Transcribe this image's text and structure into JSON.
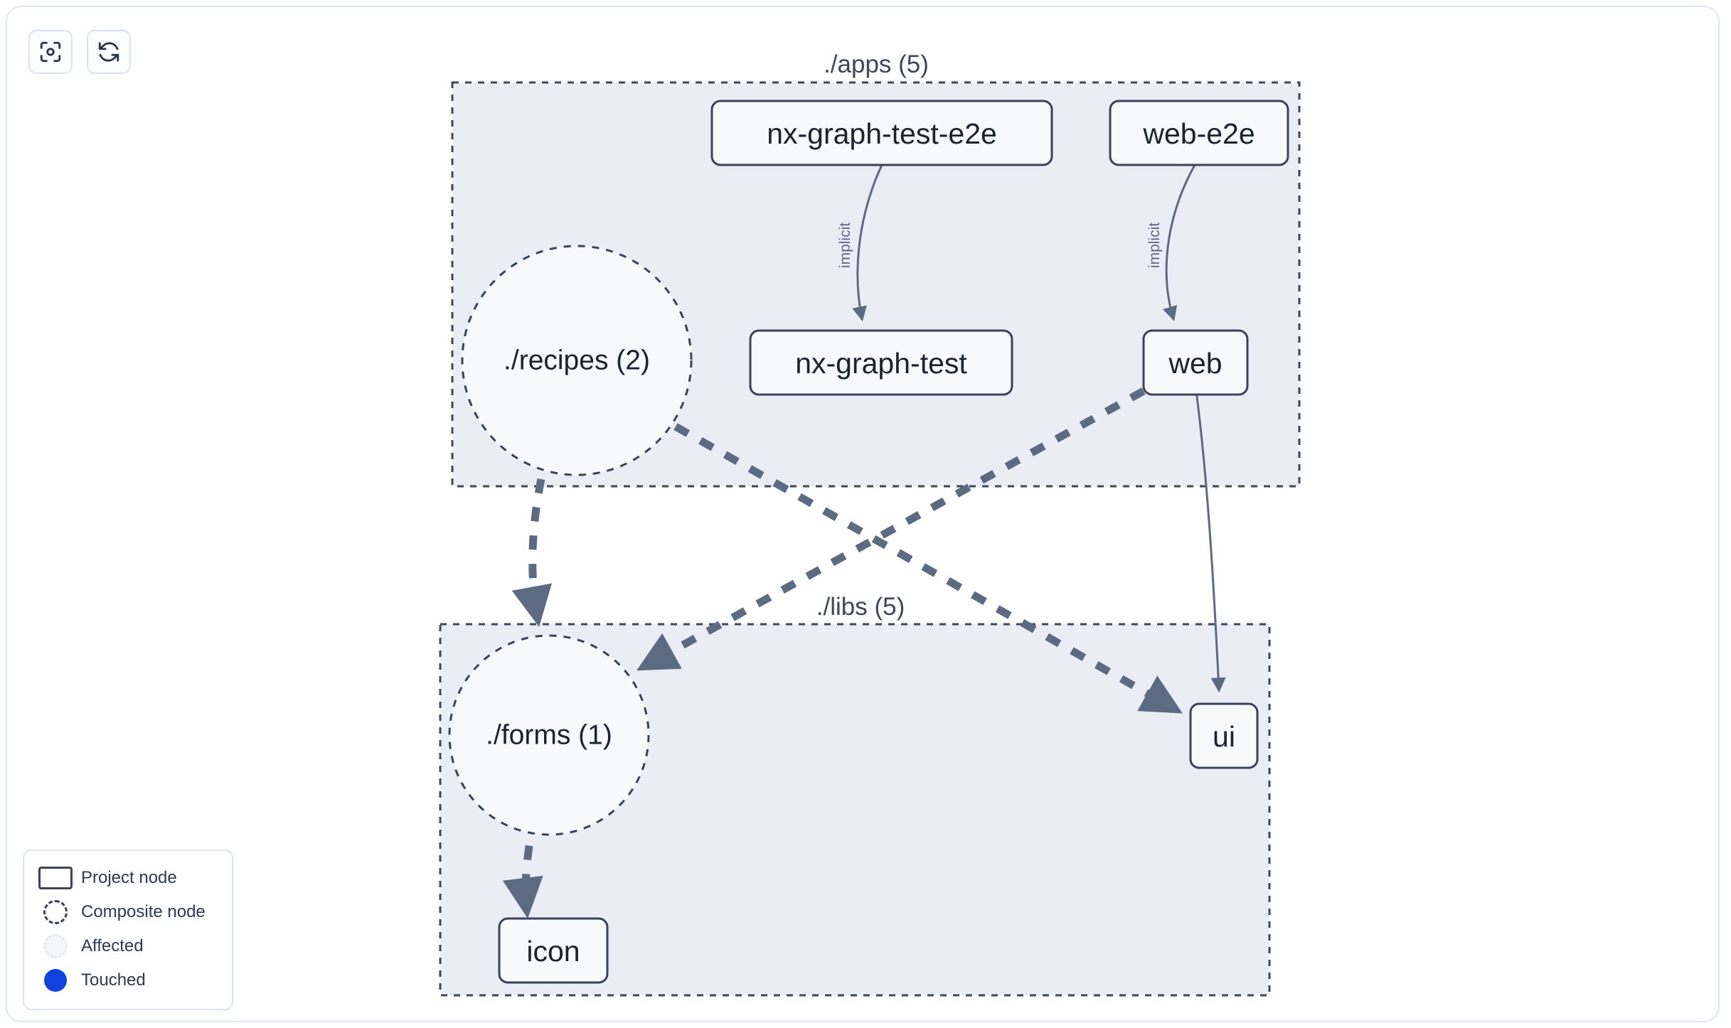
{
  "toolbar": {
    "buttons": [
      {
        "name": "focus-graph-button",
        "icon": "focus-target-icon",
        "label": ""
      },
      {
        "name": "refresh-graph-button",
        "icon": "refresh-icon",
        "label": ""
      }
    ]
  },
  "graph": {
    "groups": [
      {
        "id": "apps",
        "label": "./apps (5)"
      },
      {
        "id": "libs",
        "label": "./libs (5)"
      }
    ],
    "nodes": [
      {
        "id": "nx-graph-test-e2e",
        "label": "nx-graph-test-e2e",
        "type": "project"
      },
      {
        "id": "web-e2e",
        "label": "web-e2e",
        "type": "project"
      },
      {
        "id": "nx-graph-test",
        "label": "nx-graph-test",
        "type": "project"
      },
      {
        "id": "web",
        "label": "web",
        "type": "project"
      },
      {
        "id": "recipes",
        "label": "./recipes (2)",
        "type": "composite"
      },
      {
        "id": "forms",
        "label": "./forms (1)",
        "type": "composite"
      },
      {
        "id": "ui",
        "label": "ui",
        "type": "project"
      },
      {
        "id": "icon",
        "label": "icon",
        "type": "project"
      }
    ],
    "edges": [
      {
        "from": "nx-graph-test-e2e",
        "to": "nx-graph-test",
        "label": "implicit",
        "style": "solid"
      },
      {
        "from": "web-e2e",
        "to": "web",
        "label": "implicit",
        "style": "solid"
      },
      {
        "from": "web",
        "to": "ui",
        "label": "",
        "style": "solid"
      },
      {
        "from": "recipes",
        "to": "forms",
        "label": "",
        "style": "dashed"
      },
      {
        "from": "recipes",
        "to": "ui",
        "label": "",
        "style": "dashed"
      },
      {
        "from": "web",
        "to": "forms",
        "label": "",
        "style": "dashed"
      },
      {
        "from": "forms",
        "to": "icon",
        "label": "",
        "style": "dashed"
      }
    ]
  },
  "legend": {
    "items": [
      {
        "swatch": "project-node-swatch",
        "label": "Project node"
      },
      {
        "swatch": "composite-node-swatch",
        "label": "Composite node"
      },
      {
        "swatch": "affected-swatch",
        "label": "Affected"
      },
      {
        "swatch": "touched-swatch",
        "label": "Touched"
      }
    ]
  },
  "colors": {
    "group_fill": "#eaeef4",
    "group_border": "#3d4759",
    "node_fill": "#f7f9fb",
    "node_border": "#39425a",
    "edge": "#5c6a82",
    "touched": "#0f42df",
    "panel_border": "#e0e4ee"
  }
}
